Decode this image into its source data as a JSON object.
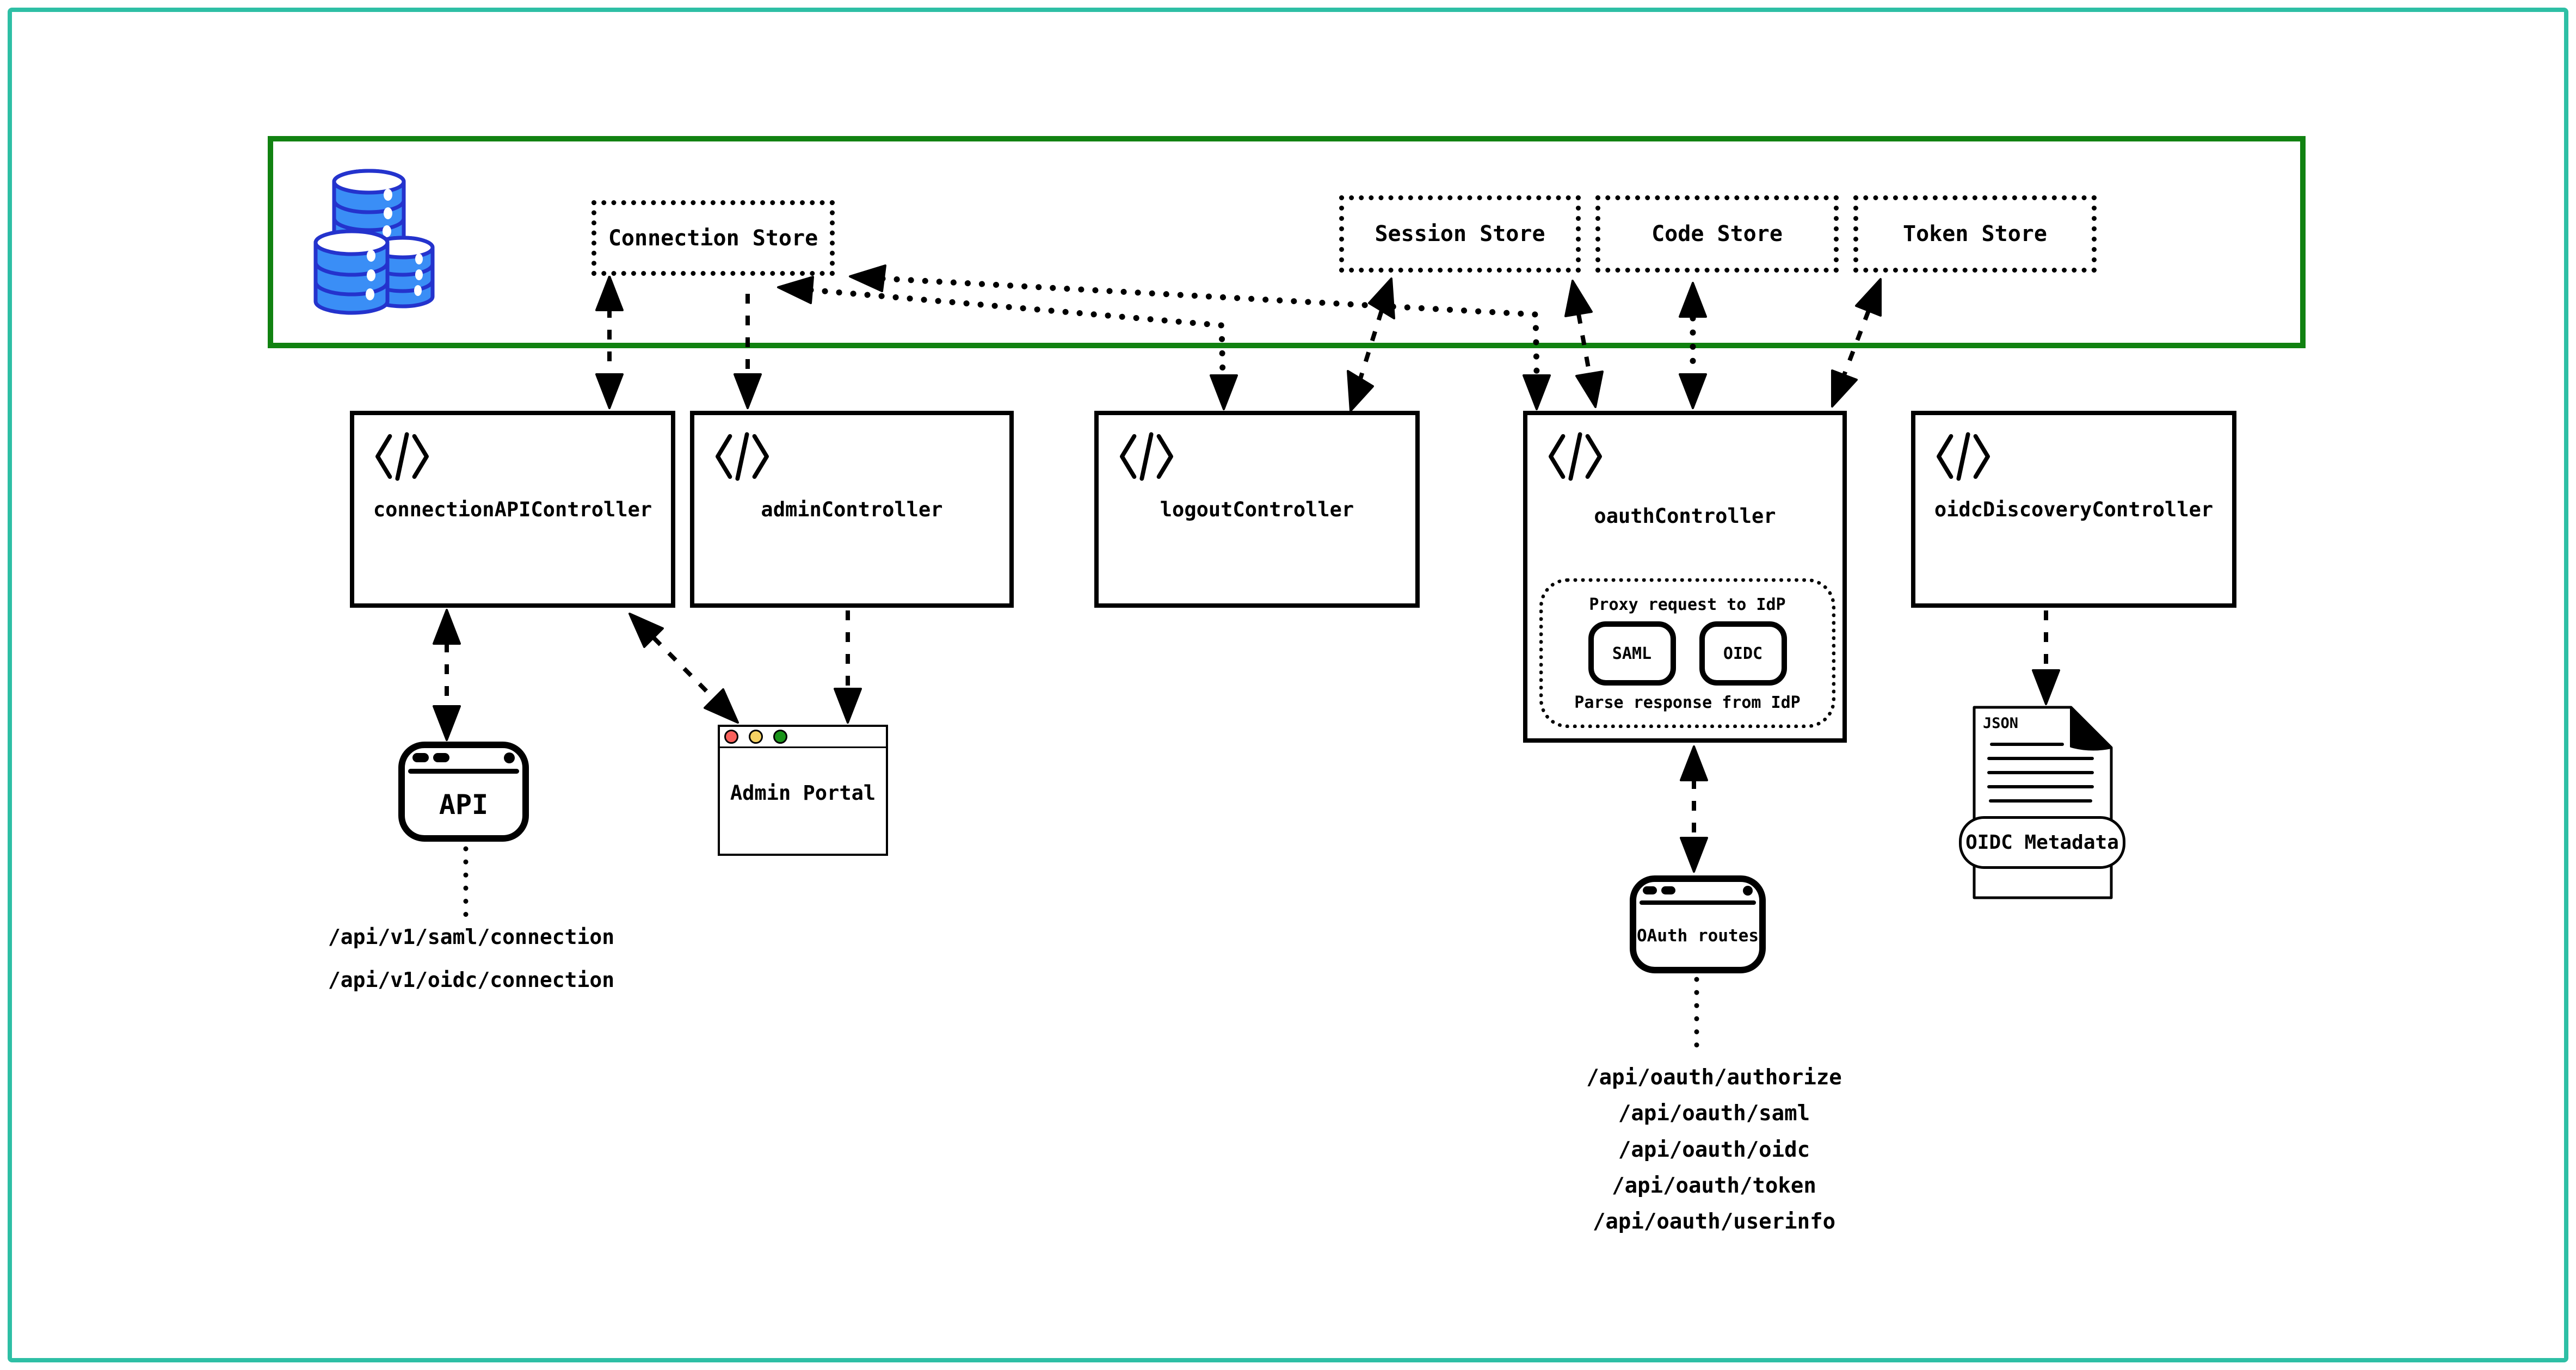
{
  "colors": {
    "frame_teal": "#2ebfa5",
    "zone_green": "#118211",
    "db_fill": "#3a8ef6",
    "db_stroke": "#2433cd",
    "traffic_red": "#f8615c",
    "traffic_yellow": "#f6d263",
    "traffic_green": "#1a941a"
  },
  "storage_zone": {
    "database_icon": "database-stack-icon",
    "stores": {
      "connection": {
        "label": "Connection Store"
      },
      "session": {
        "label": "Session Store"
      },
      "code": {
        "label": "Code Store"
      },
      "token": {
        "label": "Token Store"
      }
    }
  },
  "controllers": {
    "connection_api": {
      "label": "connectionAPIController",
      "icon": "code-icon"
    },
    "admin": {
      "label": "adminController",
      "icon": "code-icon"
    },
    "logout": {
      "label": "logoutController",
      "icon": "code-icon"
    },
    "oauth": {
      "label": "oauthController",
      "icon": "code-icon",
      "proxy": {
        "title": "Proxy request to IdP",
        "saml": "SAML",
        "oidc": "OIDC",
        "footer": "Parse response from IdP"
      }
    },
    "oidc_discovery": {
      "label": "oidcDiscoveryController",
      "icon": "code-icon"
    }
  },
  "windows": {
    "api": {
      "label": "API"
    },
    "admin_portal": {
      "label": "Admin Portal"
    },
    "oauth_routes": {
      "label": "OAuth routes"
    }
  },
  "api_routes": [
    "/api/v1/saml/connection",
    "/api/v1/oidc/connection"
  ],
  "oauth_routes_list": [
    "/api/oauth/authorize",
    "/api/oauth/saml",
    "/api/oauth/oidc",
    "/api/oauth/token",
    "/api/oauth/userinfo"
  ],
  "document": {
    "file_type": "JSON",
    "label": "OIDC Metadata"
  }
}
